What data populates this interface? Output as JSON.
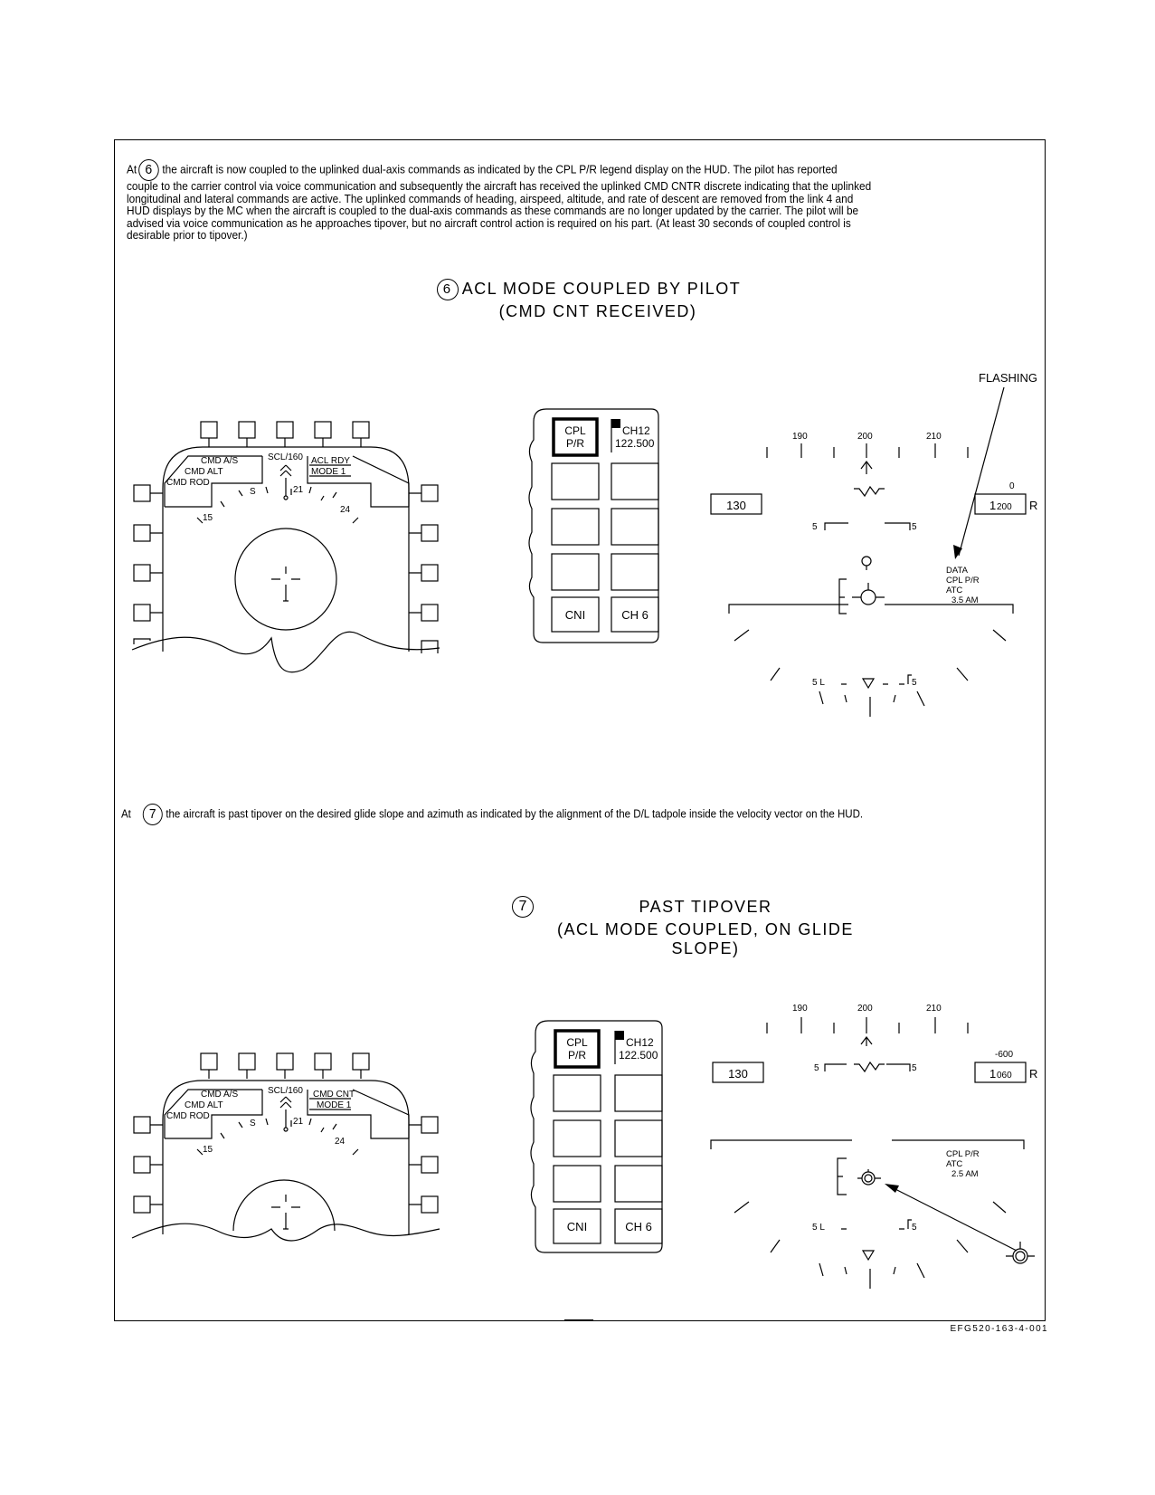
{
  "document_code": "EFG520-163-4-001",
  "step6": {
    "lead": "At",
    "number": "6",
    "text_lines": [
      "the aircraft is now coupled to the uplinked dual-axis commands as indicated by the CPL P/R legend display on the HUD. The pilot has reported",
      "couple to the carrier control via voice communication and subsequently the aircraft has received the uplinked CMD CNTR discrete indicating that the uplinked",
      "longitudinal and lateral commands are active. The uplinked commands of heading, airspeed, altitude, and rate of descent are removed from the link 4 and",
      "HUD displays by the MC when the aircraft is coupled to the dual-axis commands as these commands are no longer updated by the carrier. The pilot will be",
      "advised via voice communication as he approaches tipover, but no aircraft control action is required on his part. (At least 30 seconds of coupled control is",
      "desirable prior to tipover.)"
    ],
    "title_line1": "ACL MODE COUPLED BY PILOT",
    "title_line2": "(CMD CNT RECEIVED)",
    "ddi": {
      "label_cmd_as": "CMD A/S",
      "label_cmd_alt": "CMD ALT",
      "label_cmd_rod": "CMD ROD",
      "scl": "SCL/160",
      "status_line1": "ACL RDY",
      "status_line2": "MODE 1",
      "heading_15": "15",
      "heading_s": "S",
      "heading_21": "21",
      "heading_24": "24"
    },
    "ufc": {
      "btn_cpl_line1": "CPL",
      "btn_cpl_line2": "P/R",
      "ch_line1": "CH12",
      "ch_line2": "122.500",
      "btn_cni": "CNI",
      "btn_ch6": "CH 6"
    },
    "hud": {
      "flashing": "FLASHING",
      "hdg_190": "190",
      "hdg_200": "200",
      "hdg_210": "210",
      "airspeed": "130",
      "vsi": "0",
      "altitude_major": "1",
      "altitude_minor": "200",
      "radar_r": "R",
      "pitch_5": "5",
      "pitch_5b": "5",
      "pitch_5l": "5 L",
      "pitch_5r": "5",
      "data_line1": "DATA",
      "data_line2": "CPL P/R",
      "data_line3": "ATC",
      "data_line4": "3.5 AM"
    }
  },
  "step7": {
    "lead": "At",
    "number": "7",
    "text": "the aircraft is past tipover on the desired glide slope and azimuth as indicated by the alignment of the D/L tadpole inside the velocity vector on the HUD.",
    "title_line1": "PAST TIPOVER",
    "title_line2": "(ACL MODE COUPLED, ON GLIDE SLOPE)",
    "ddi": {
      "label_cmd_as": "CMD A/S",
      "label_cmd_alt": "CMD ALT",
      "label_cmd_rod": "CMD ROD",
      "scl": "SCL/160",
      "status_line1": "CMD CNT",
      "status_line2": "MODE 1",
      "heading_15": "15",
      "heading_s": "S",
      "heading_21": "21",
      "heading_24": "24"
    },
    "ufc": {
      "btn_cpl_line1": "CPL",
      "btn_cpl_line2": "P/R",
      "ch_line1": "CH12",
      "ch_line2": "122.500",
      "btn_cni": "CNI",
      "btn_ch6": "CH 6"
    },
    "hud": {
      "hdg_190": "190",
      "hdg_200": "200",
      "hdg_210": "210",
      "airspeed": "130",
      "vsi": "-600",
      "altitude_major": "1",
      "altitude_minor": "060",
      "radar_r": "R",
      "pitch_5": "5",
      "pitch_5b": "5",
      "pitch_5l": "5 L",
      "pitch_5r": "5",
      "data_line1": "CPL P/R",
      "data_line2": "ATC",
      "data_line3": "2.5 AM"
    }
  }
}
